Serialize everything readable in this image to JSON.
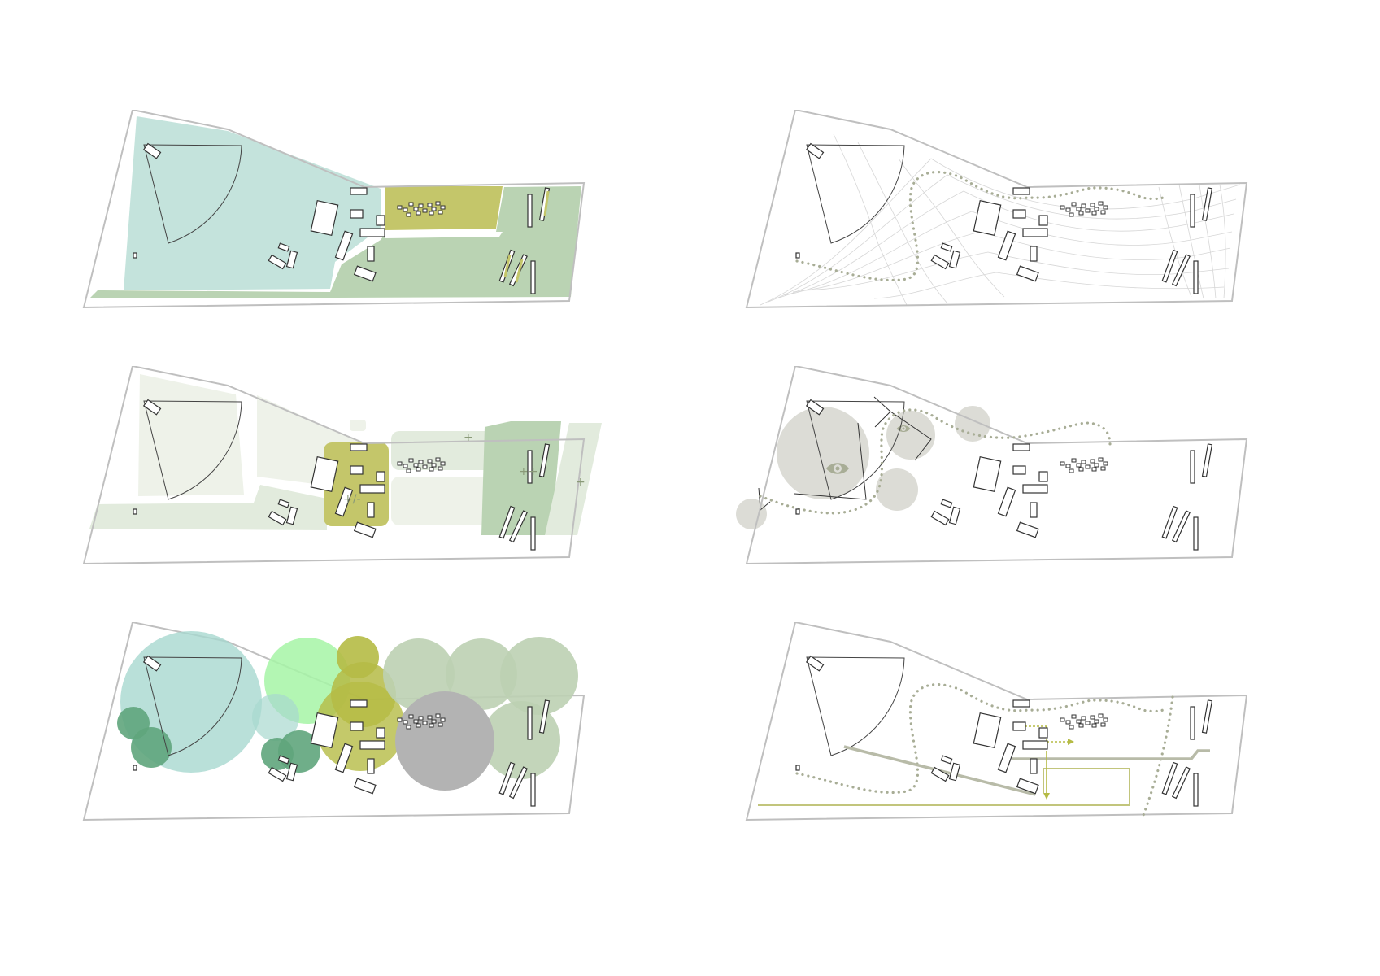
{
  "diagram": {
    "panels": [
      {
        "id": "zoning",
        "position": "top-left"
      },
      {
        "id": "topography",
        "position": "top-right"
      },
      {
        "id": "density",
        "position": "middle-left",
        "marks": [
          "+",
          "+/-",
          "++",
          "+"
        ]
      },
      {
        "id": "views",
        "position": "middle-right"
      },
      {
        "id": "vegetation",
        "position": "bottom-left"
      },
      {
        "id": "circulation",
        "position": "bottom-right"
      }
    ],
    "colors": {
      "site_outline": "#bfbfbf",
      "teal_zone": "#c4e3dc",
      "olive_zone": "#c4c66a",
      "sage_zone": "#bad3b3",
      "pale_zone": "#eef2e9",
      "view_circle": "#dcdcd6",
      "path_dots": "#a8ad96",
      "veg_teal": "#a8d8cf",
      "veg_light_green": "#a6f5a6",
      "veg_olive": "#b5bb45",
      "veg_sage": "#bcd0b3",
      "veg_dark_green": "#5fa57c",
      "veg_grey": "#b3b3b3",
      "route_olive": "#c2c57c",
      "route_grey": "#b8bba8"
    },
    "icons": [
      "eye-icon",
      "eye-icon",
      "arrow-left-icon",
      "arrow-right-icon",
      "arrow-down-icon"
    ]
  }
}
